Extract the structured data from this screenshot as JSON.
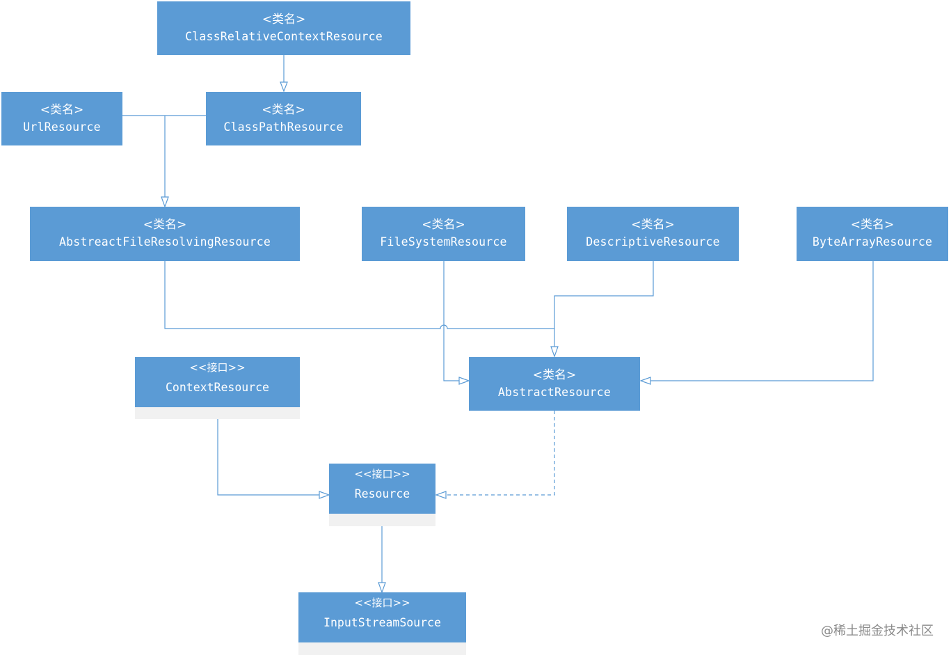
{
  "nodes": {
    "class_relative": {
      "stereotype": "<类名>",
      "name": "ClassRelativeContextResource"
    },
    "url": {
      "stereotype": "<类名>",
      "name": "UrlResource"
    },
    "class_path": {
      "stereotype": "<类名>",
      "name": "ClassPathResource"
    },
    "abstract_file": {
      "stereotype": "<类名>",
      "name": "AbstreactFileResolvingResource"
    },
    "file_system": {
      "stereotype": "<类名>",
      "name": "FileSystemResource"
    },
    "descriptive": {
      "stereotype": "<类名>",
      "name": "DescriptiveResource"
    },
    "byte_array": {
      "stereotype": "<类名>",
      "name": "ByteArrayResource"
    },
    "abstract_resource": {
      "stereotype": "<类名>",
      "name": "AbstractResource"
    },
    "context_resource": {
      "stereotype": "<<接口>>",
      "name": "ContextResource"
    },
    "resource": {
      "stereotype": "<<接口>>",
      "name": "Resource"
    },
    "input_stream": {
      "stereotype": "<<接口>>",
      "name": "InputStreamSource"
    }
  },
  "relations": [
    {
      "from": "ClassRelativeContextResource",
      "to": "ClassPathResource",
      "kind": "extends"
    },
    {
      "from": "UrlResource",
      "to": "AbstreactFileResolvingResource",
      "kind": "extends"
    },
    {
      "from": "ClassPathResource",
      "to": "AbstreactFileResolvingResource",
      "kind": "extends"
    },
    {
      "from": "AbstreactFileResolvingResource",
      "to": "AbstractResource",
      "kind": "extends"
    },
    {
      "from": "FileSystemResource",
      "to": "AbstractResource",
      "kind": "extends"
    },
    {
      "from": "DescriptiveResource",
      "to": "AbstractResource",
      "kind": "extends"
    },
    {
      "from": "ByteArrayResource",
      "to": "AbstractResource",
      "kind": "extends"
    },
    {
      "from": "AbstractResource",
      "to": "Resource",
      "kind": "implements"
    },
    {
      "from": "ContextResource",
      "to": "Resource",
      "kind": "extends"
    },
    {
      "from": "Resource",
      "to": "InputStreamSource",
      "kind": "extends"
    }
  ],
  "colors": {
    "box": "#5b9bd5",
    "line": "#5b9bd5",
    "text": "#ffffff",
    "shadow": "#f1f1f1"
  },
  "watermark": "@稀土掘金技术社区"
}
